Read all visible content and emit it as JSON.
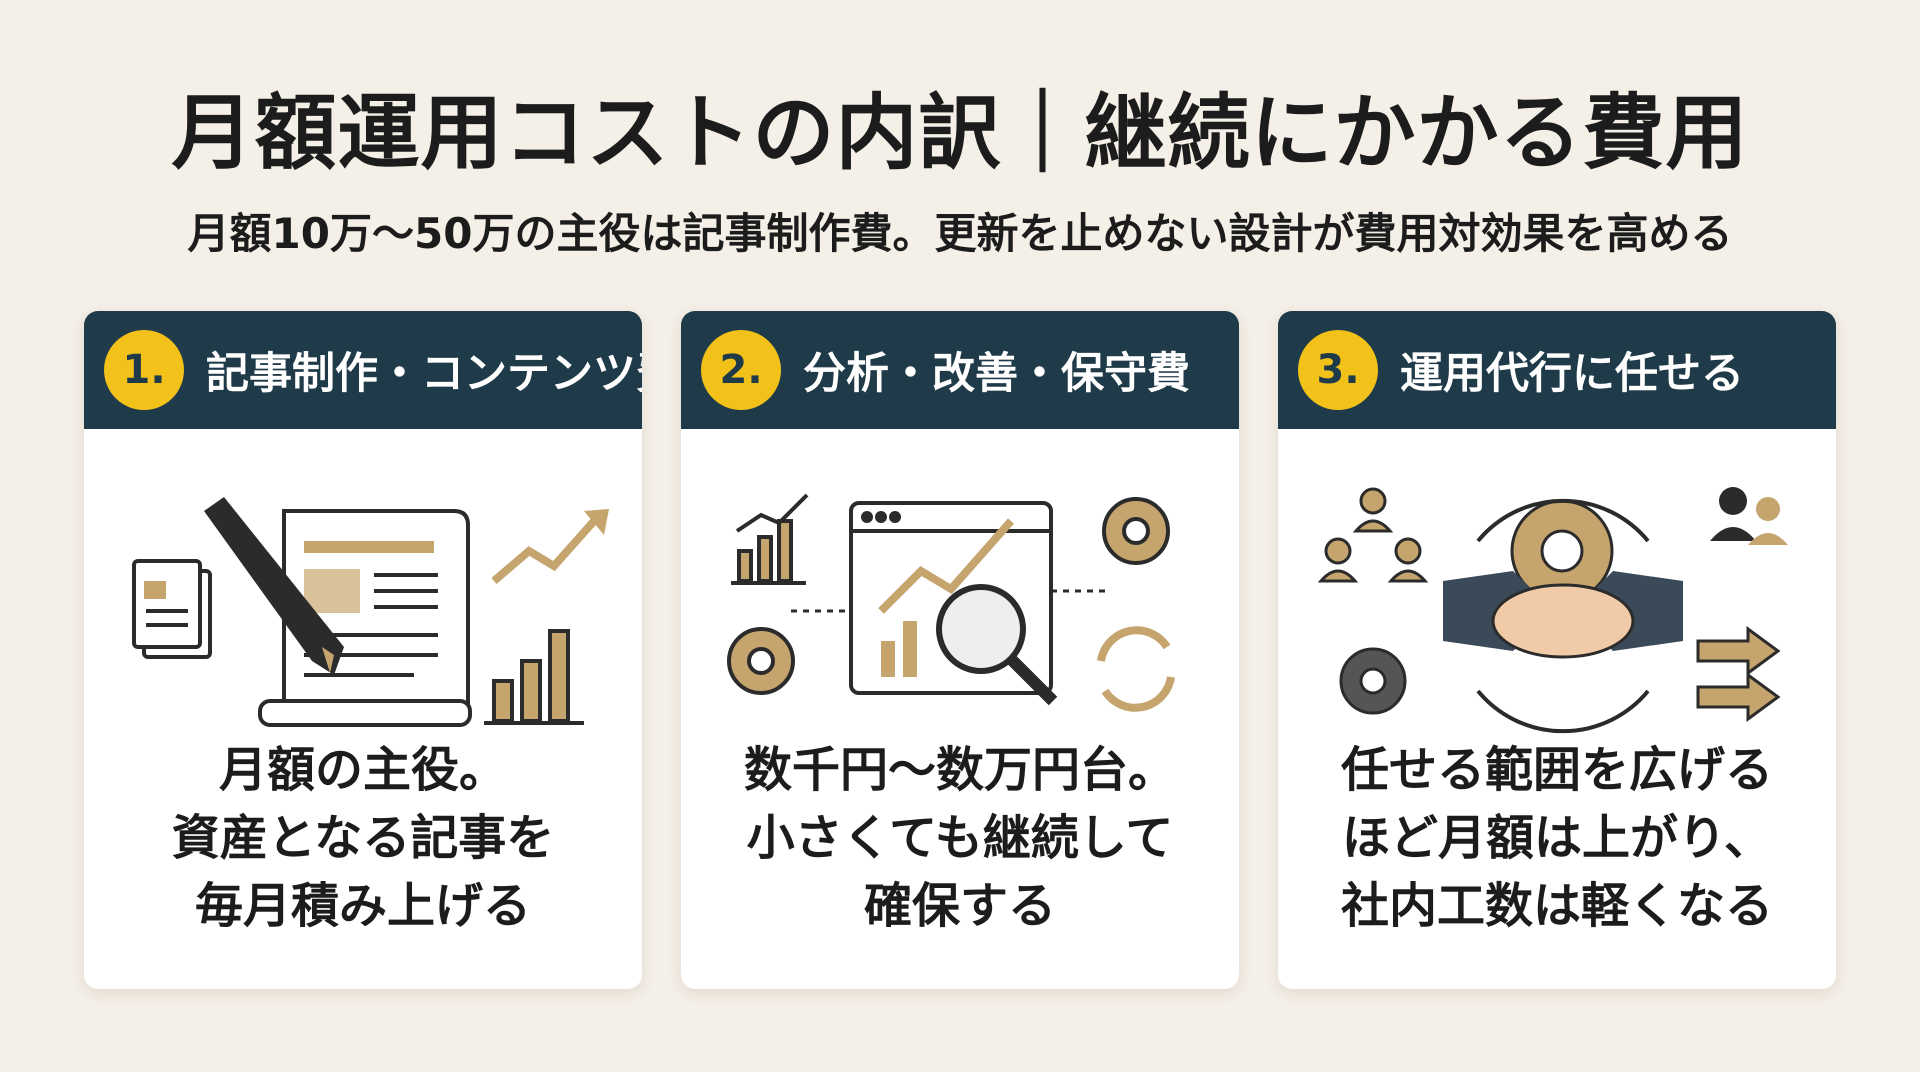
{
  "title": "月額運用コストの内訳｜継続にかかる費用",
  "subtitle": "月額10万〜50万の主役は記事制作費。更新を止めない設計が費用対効果を高める",
  "colors": {
    "header": "#1f3a48",
    "badge": "#f2c21a",
    "accent": "#c5a46e",
    "background": "#f4efe7"
  },
  "cards": [
    {
      "number": "1.",
      "title": "記事制作・コンテンツ費",
      "icons": [
        "pen-icon",
        "document-icon",
        "growth-arrow-icon",
        "bar-chart-icon",
        "papers-icon"
      ],
      "lines": [
        "月額の主役。",
        "資産となる記事を",
        "毎月積み上げる"
      ]
    },
    {
      "number": "2.",
      "title": "分析・改善・保守費",
      "icons": [
        "bar-chart-icon",
        "browser-analytics-icon",
        "magnifier-icon",
        "gear-icon",
        "refresh-icon"
      ],
      "lines": [
        "数千円〜数万円台。",
        "小さくても継続して",
        "確保する"
      ]
    },
    {
      "number": "3.",
      "title": "運用代行に任せる",
      "icons": [
        "team-icon",
        "handshake-icon",
        "gear-icon",
        "people-icon",
        "arrows-icon"
      ],
      "lines": [
        "任せる範囲を広げる",
        "ほど月額は上がり、",
        "社内工数は軽くなる"
      ]
    }
  ]
}
